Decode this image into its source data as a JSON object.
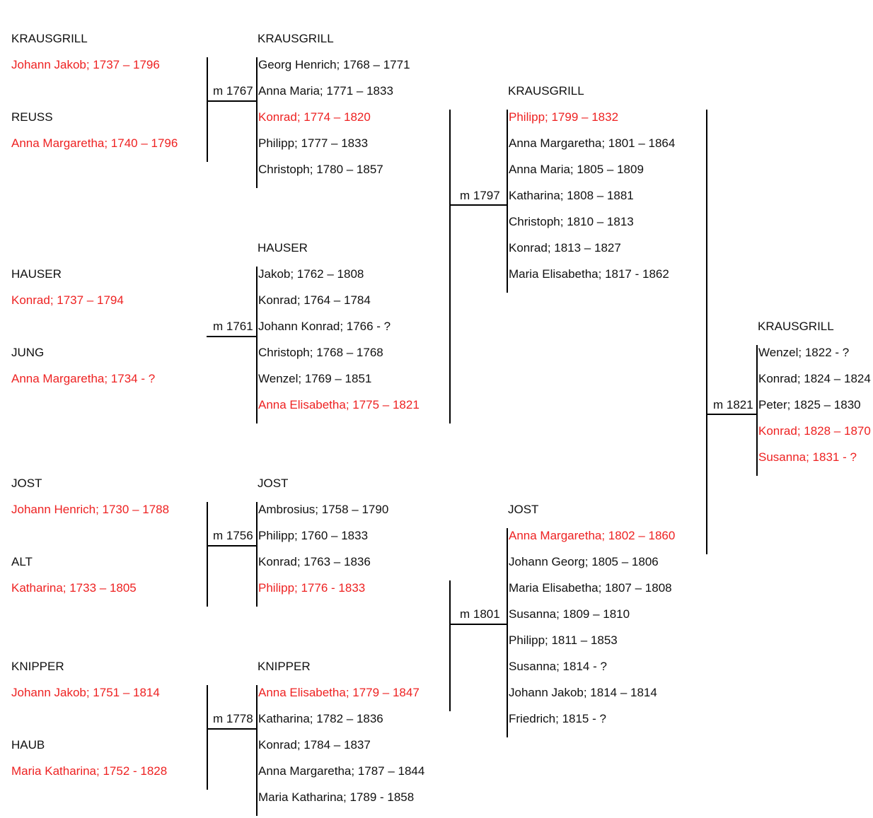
{
  "colors": {
    "highlight": "#ee2222",
    "text": "#111111",
    "lines": "#000000"
  },
  "gen1": {
    "krausgrill": {
      "surname": "KRAUSGRILL",
      "person": "Johann Jakob; 1737 – 1796"
    },
    "reuss": {
      "surname": "REUSS",
      "person": "Anna Margaretha; 1740 – 1796"
    },
    "hauser": {
      "surname": "HAUSER",
      "person": "Konrad; 1737 – 1794"
    },
    "jung": {
      "surname": "JUNG",
      "person": "Anna Margaretha; 1734 - ?"
    },
    "jost": {
      "surname": "JOST",
      "person": "Johann Henrich; 1730 – 1788"
    },
    "alt": {
      "surname": "ALT",
      "person": "Katharina; 1733 – 1805"
    },
    "knipper": {
      "surname": "KNIPPER",
      "person": "Johann Jakob; 1751 – 1814"
    },
    "haub": {
      "surname": "HAUB",
      "person": "Maria Katharina; 1752 - 1828"
    }
  },
  "marriages": {
    "m1767": "m 1767",
    "m1761": "m 1761",
    "m1756": "m 1756",
    "m1778": "m 1778",
    "m1797": "m 1797",
    "m1801": "m 1801",
    "m1821": "m 1821"
  },
  "gen2": {
    "krausgrill": {
      "surname": "KRAUSGRILL",
      "children": [
        "Georg Henrich; 1768 – 1771",
        "Anna Maria; 1771 – 1833",
        "Konrad; 1774 – 1820",
        "Philipp; 1777 – 1833",
        "Christoph; 1780 – 1857"
      ]
    },
    "hauser": {
      "surname": "HAUSER",
      "children": [
        "Jakob; 1762 – 1808",
        "Konrad; 1764 – 1784",
        "Johann Konrad; 1766 - ?",
        "Christoph; 1768 – 1768",
        "Wenzel; 1769 – 1851",
        "Anna Elisabetha; 1775 – 1821"
      ]
    },
    "jost": {
      "surname": "JOST",
      "children": [
        "Ambrosius; 1758 – 1790",
        "Philipp; 1760 – 1833",
        "Konrad; 1763 – 1836",
        "Philipp; 1776 - 1833"
      ]
    },
    "knipper": {
      "surname": "KNIPPER",
      "children": [
        "Anna Elisabetha; 1779 – 1847",
        "Katharina; 1782 – 1836",
        "Konrad; 1784 – 1837",
        "Anna Margaretha; 1787 – 1844",
        "Maria Katharina; 1789 - 1858"
      ]
    }
  },
  "gen3": {
    "krausgrill": {
      "surname": "KRAUSGRILL",
      "children": [
        "Philipp; 1799 – 1832",
        "Anna Margaretha; 1801 – 1864",
        "Anna Maria; 1805 – 1809",
        "Katharina; 1808 – 1881",
        "Christoph; 1810 – 1813",
        "Konrad; 1813 – 1827",
        "Maria Elisabetha; 1817 - 1862"
      ]
    },
    "jost": {
      "surname": "JOST",
      "children": [
        "Anna Margaretha; 1802 – 1860",
        "Johann Georg; 1805 – 1806",
        "Maria Elisabetha; 1807 – 1808",
        "Susanna; 1809 – 1810",
        "Philipp; 1811 – 1853",
        "Susanna; 1814 - ?",
        "Johann Jakob; 1814 – 1814",
        "Friedrich; 1815 - ?"
      ]
    }
  },
  "gen4": {
    "krausgrill": {
      "surname": "KRAUSGRILL",
      "children": [
        "Wenzel; 1822 - ?",
        "Konrad; 1824 – 1824",
        "Peter; 1825 – 1830",
        "Konrad; 1828 – 1870",
        "Susanna; 1831 - ?"
      ]
    }
  }
}
